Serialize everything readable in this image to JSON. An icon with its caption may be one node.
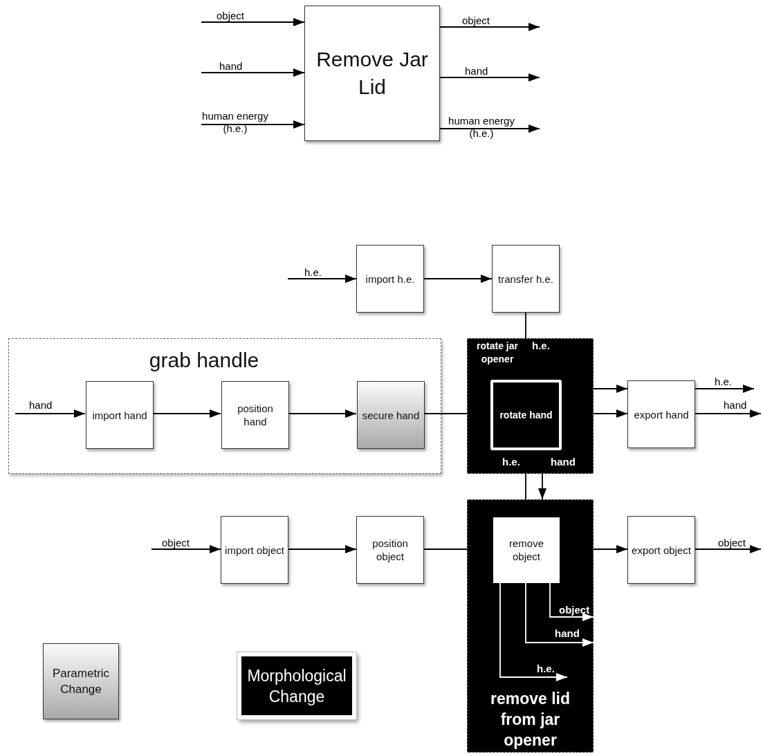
{
  "diagram": {
    "nodes": [
      {
        "text": [
          "Remove Jar Lid"
        ]
      },
      {
        "text": [
          "import h.e."
        ]
      },
      {
        "text": [
          "transfer h.e."
        ]
      },
      {
        "text": [
          "grab handle"
        ]
      },
      {
        "text": [
          "import hand"
        ],
        "in": 3
      },
      {
        "text": [
          "position hand"
        ],
        "in": 3
      },
      {
        "text": [
          "secure hand"
        ],
        "in": 3
      },
      {
        "text": [
          "rotate jar opener"
        ]
      },
      {
        "text": [
          "rotate hand"
        ],
        "in": 7
      },
      {
        "text": [
          "export hand"
        ]
      },
      {
        "text": [
          "import object"
        ]
      },
      {
        "text": [
          "position object"
        ]
      },
      {
        "text": [
          "remove lid from jar opener"
        ]
      },
      {
        "text": [
          "remove object"
        ],
        "in": 12
      },
      {
        "text": [
          "export object"
        ]
      },
      {
        "text": [
          "Parametric Change"
        ]
      },
      {
        "text": [
          "Morphological Change"
        ]
      }
    ],
    "edges": [
      {
        "from": null,
        "to": 0,
        "label": "object",
        "arrow": "to"
      },
      {
        "from": null,
        "to": 0,
        "label": "hand",
        "arrow": "to"
      },
      {
        "from": null,
        "to": 0,
        "label": "human energy (h.e.)",
        "arrow": "to"
      },
      {
        "from": 0,
        "to": null,
        "label": "object",
        "arrow": "to"
      },
      {
        "from": 0,
        "to": null,
        "label": "hand",
        "arrow": "to"
      },
      {
        "from": 0,
        "to": null,
        "label": "human energy (h.e.)",
        "arrow": "to"
      },
      {
        "from": null,
        "to": 1,
        "label": "h.e.",
        "arrow": "to"
      },
      {
        "from": 1,
        "to": 2,
        "arrow": "to"
      },
      {
        "from": 2,
        "to": 7,
        "label": "h.e.",
        "arrow": "none"
      },
      {
        "from": null,
        "to": 4,
        "label": "hand",
        "arrow": "to"
      },
      {
        "from": 4,
        "to": 5,
        "arrow": "to"
      },
      {
        "from": 5,
        "to": 6,
        "arrow": "to"
      },
      {
        "from": 6,
        "to": 7,
        "arrow": "none"
      },
      {
        "from": 7,
        "to": 9,
        "arrow": "to"
      },
      {
        "from": 7,
        "to": 9,
        "arrow": "to"
      },
      {
        "from": 9,
        "to": null,
        "label": "h.e.",
        "arrow": "to"
      },
      {
        "from": 9,
        "to": null,
        "label": "hand",
        "arrow": "to"
      },
      {
        "from": 7,
        "to": 12,
        "label": "h.e.",
        "arrow": "none"
      },
      {
        "from": 7,
        "to": 12,
        "label": "hand",
        "arrow": "to"
      },
      {
        "from": null,
        "to": 10,
        "label": "object",
        "arrow": "to"
      },
      {
        "from": 10,
        "to": 11,
        "arrow": "to"
      },
      {
        "from": 11,
        "to": 12,
        "arrow": "none"
      },
      {
        "from": 12,
        "to": 14,
        "arrow": "to"
      },
      {
        "from": 14,
        "to": null,
        "label": "object",
        "arrow": "to"
      },
      {
        "from": 13,
        "to": 12,
        "label": "object",
        "arrow": "to",
        "color": "#ffffff"
      },
      {
        "from": 13,
        "to": 12,
        "label": "hand",
        "arrow": "to",
        "color": "#ffffff"
      },
      {
        "from": 13,
        "to": null,
        "label": "h.e.",
        "arrow": "to",
        "color": "#ffffff"
      }
    ]
  }
}
